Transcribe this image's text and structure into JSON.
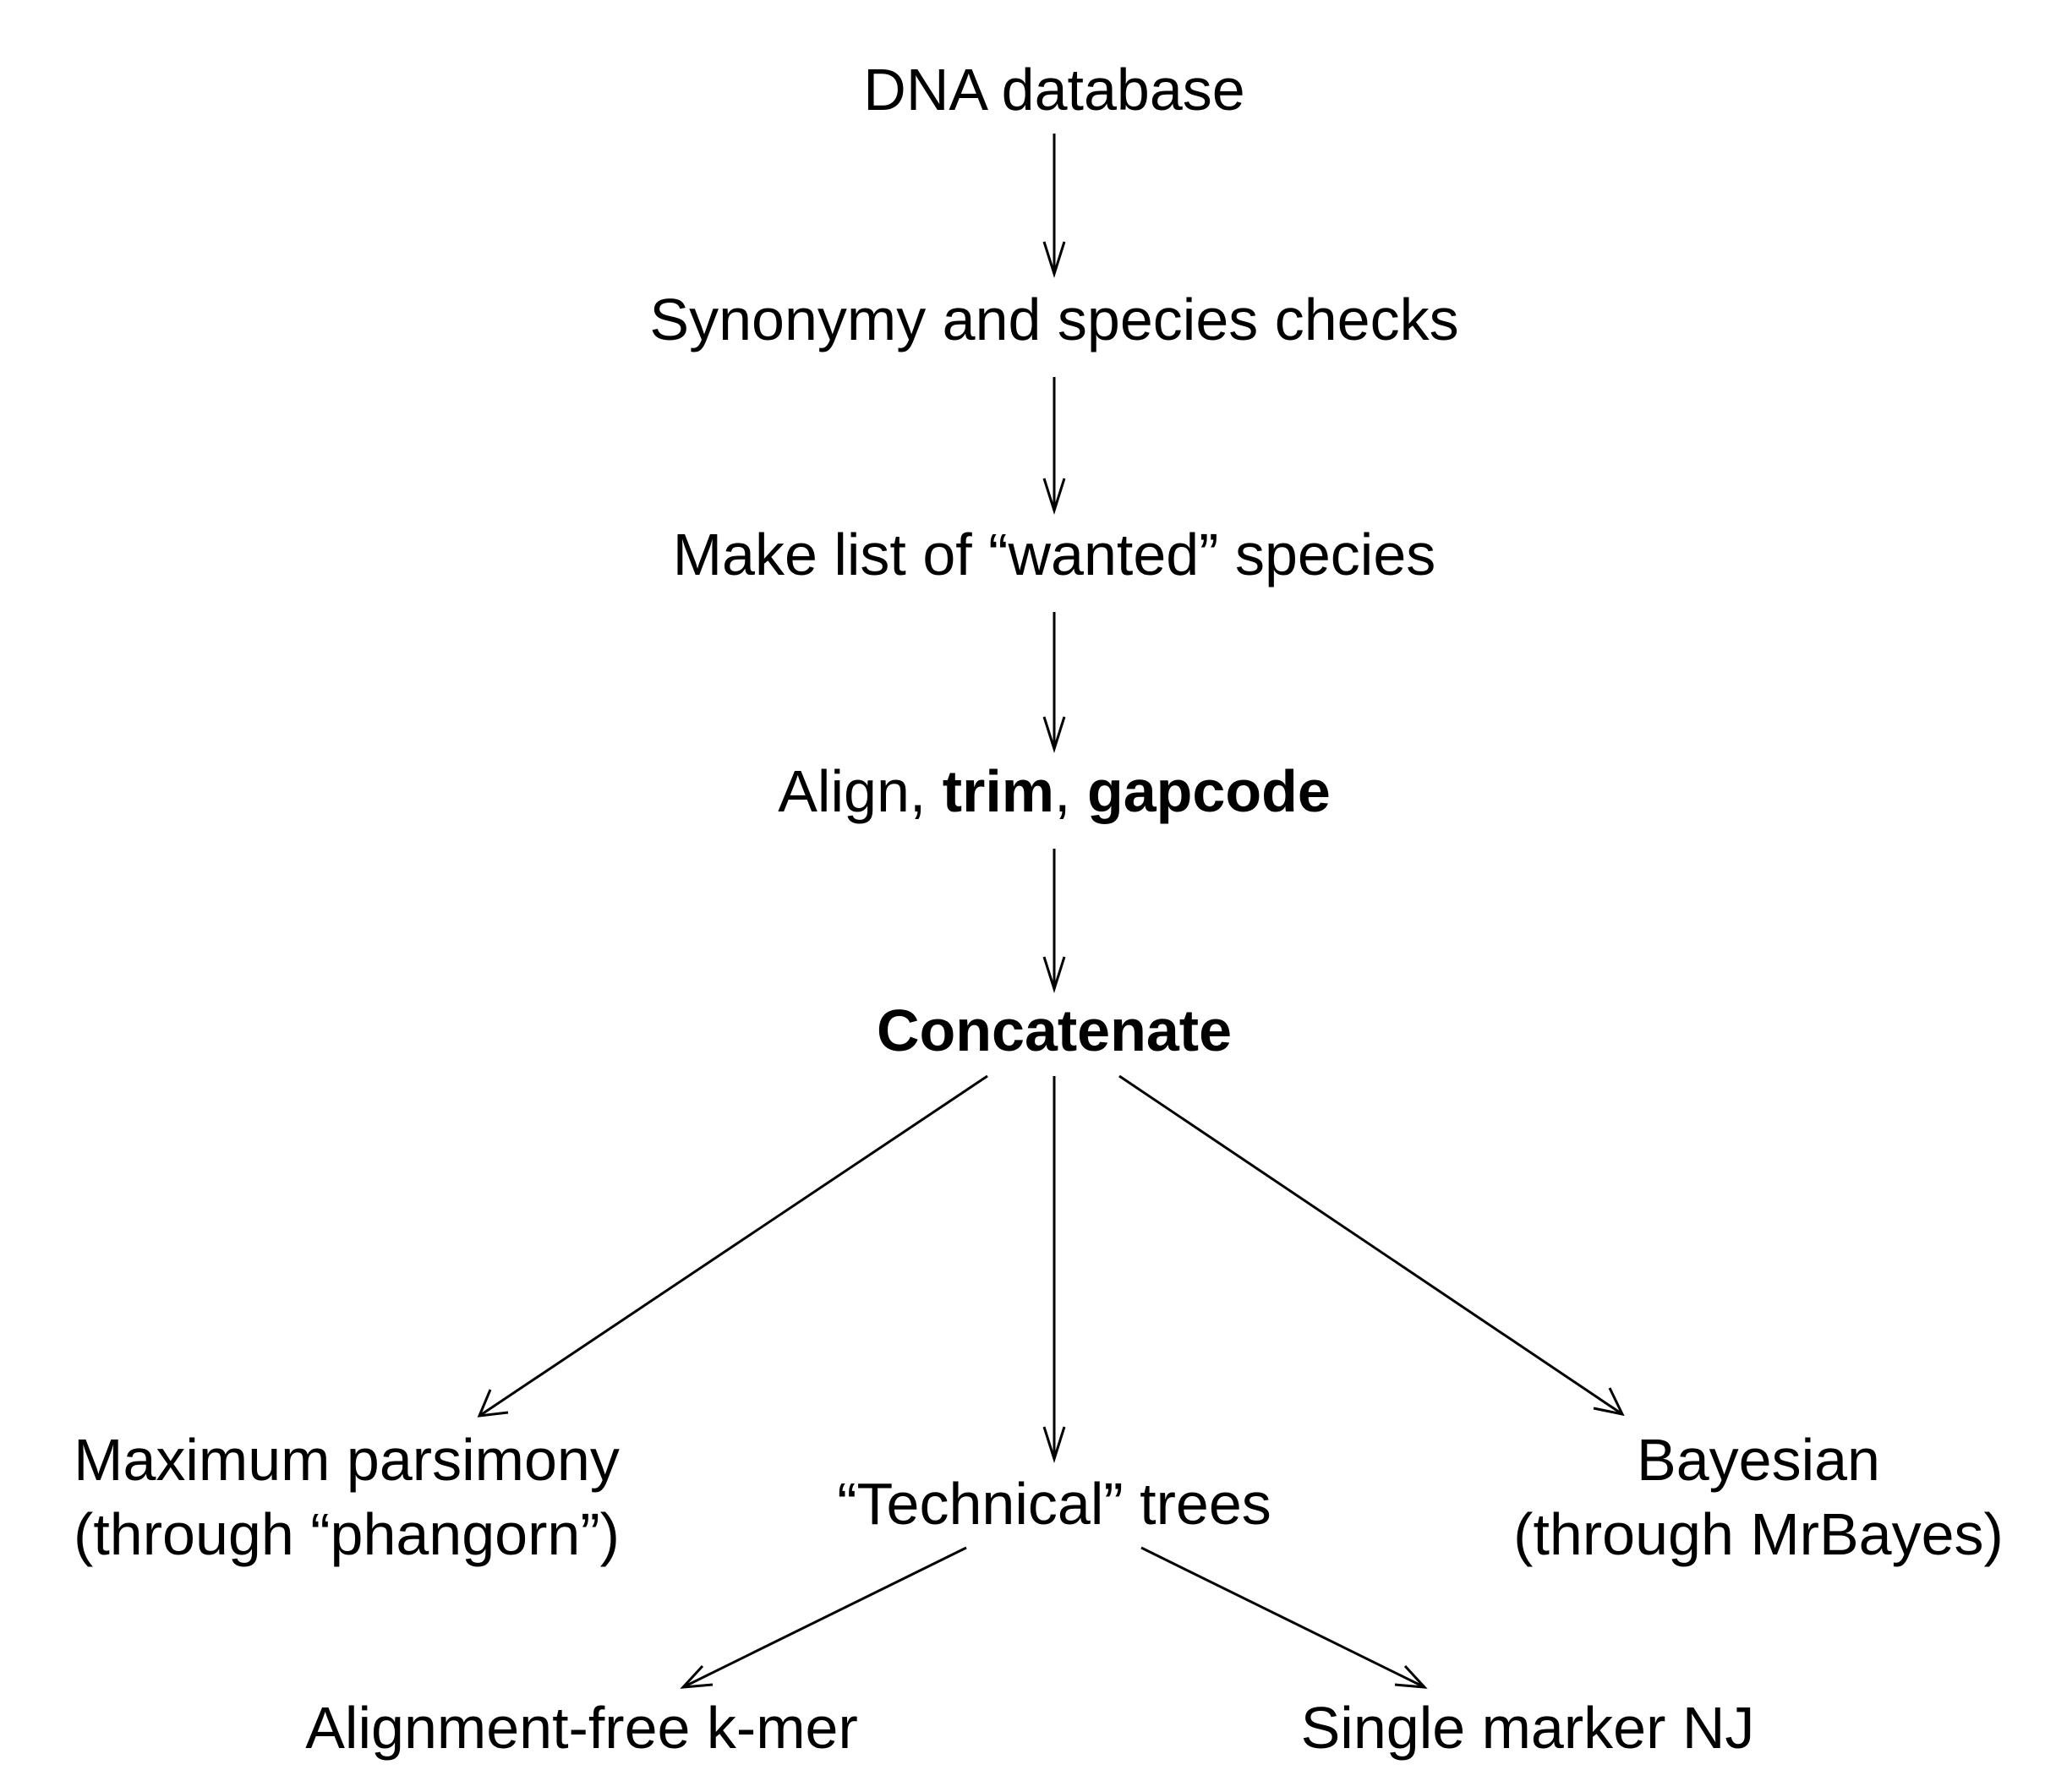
{
  "nodes": {
    "dna_database": "DNA database",
    "synonymy_checks": "Synonymy and species checks",
    "wanted_species": "Make list of “wanted” species",
    "align": {
      "part1": "Align, ",
      "part2": "trim",
      "part3": ", ",
      "part4": "gapcode"
    },
    "concatenate": "Concatenate",
    "max_parsimony": {
      "line1": "Maximum parsimony",
      "line2": "(through “phangorn”)"
    },
    "technical_trees": "“Technical” trees",
    "bayesian": {
      "line1": "Bayesian",
      "line2": "(through MrBayes)"
    },
    "kmer": "Alignment-free k-mer",
    "single_marker_nj": "Single marker NJ"
  },
  "colors": {
    "text": "#000000",
    "lines": "#000000",
    "background": "#ffffff"
  }
}
